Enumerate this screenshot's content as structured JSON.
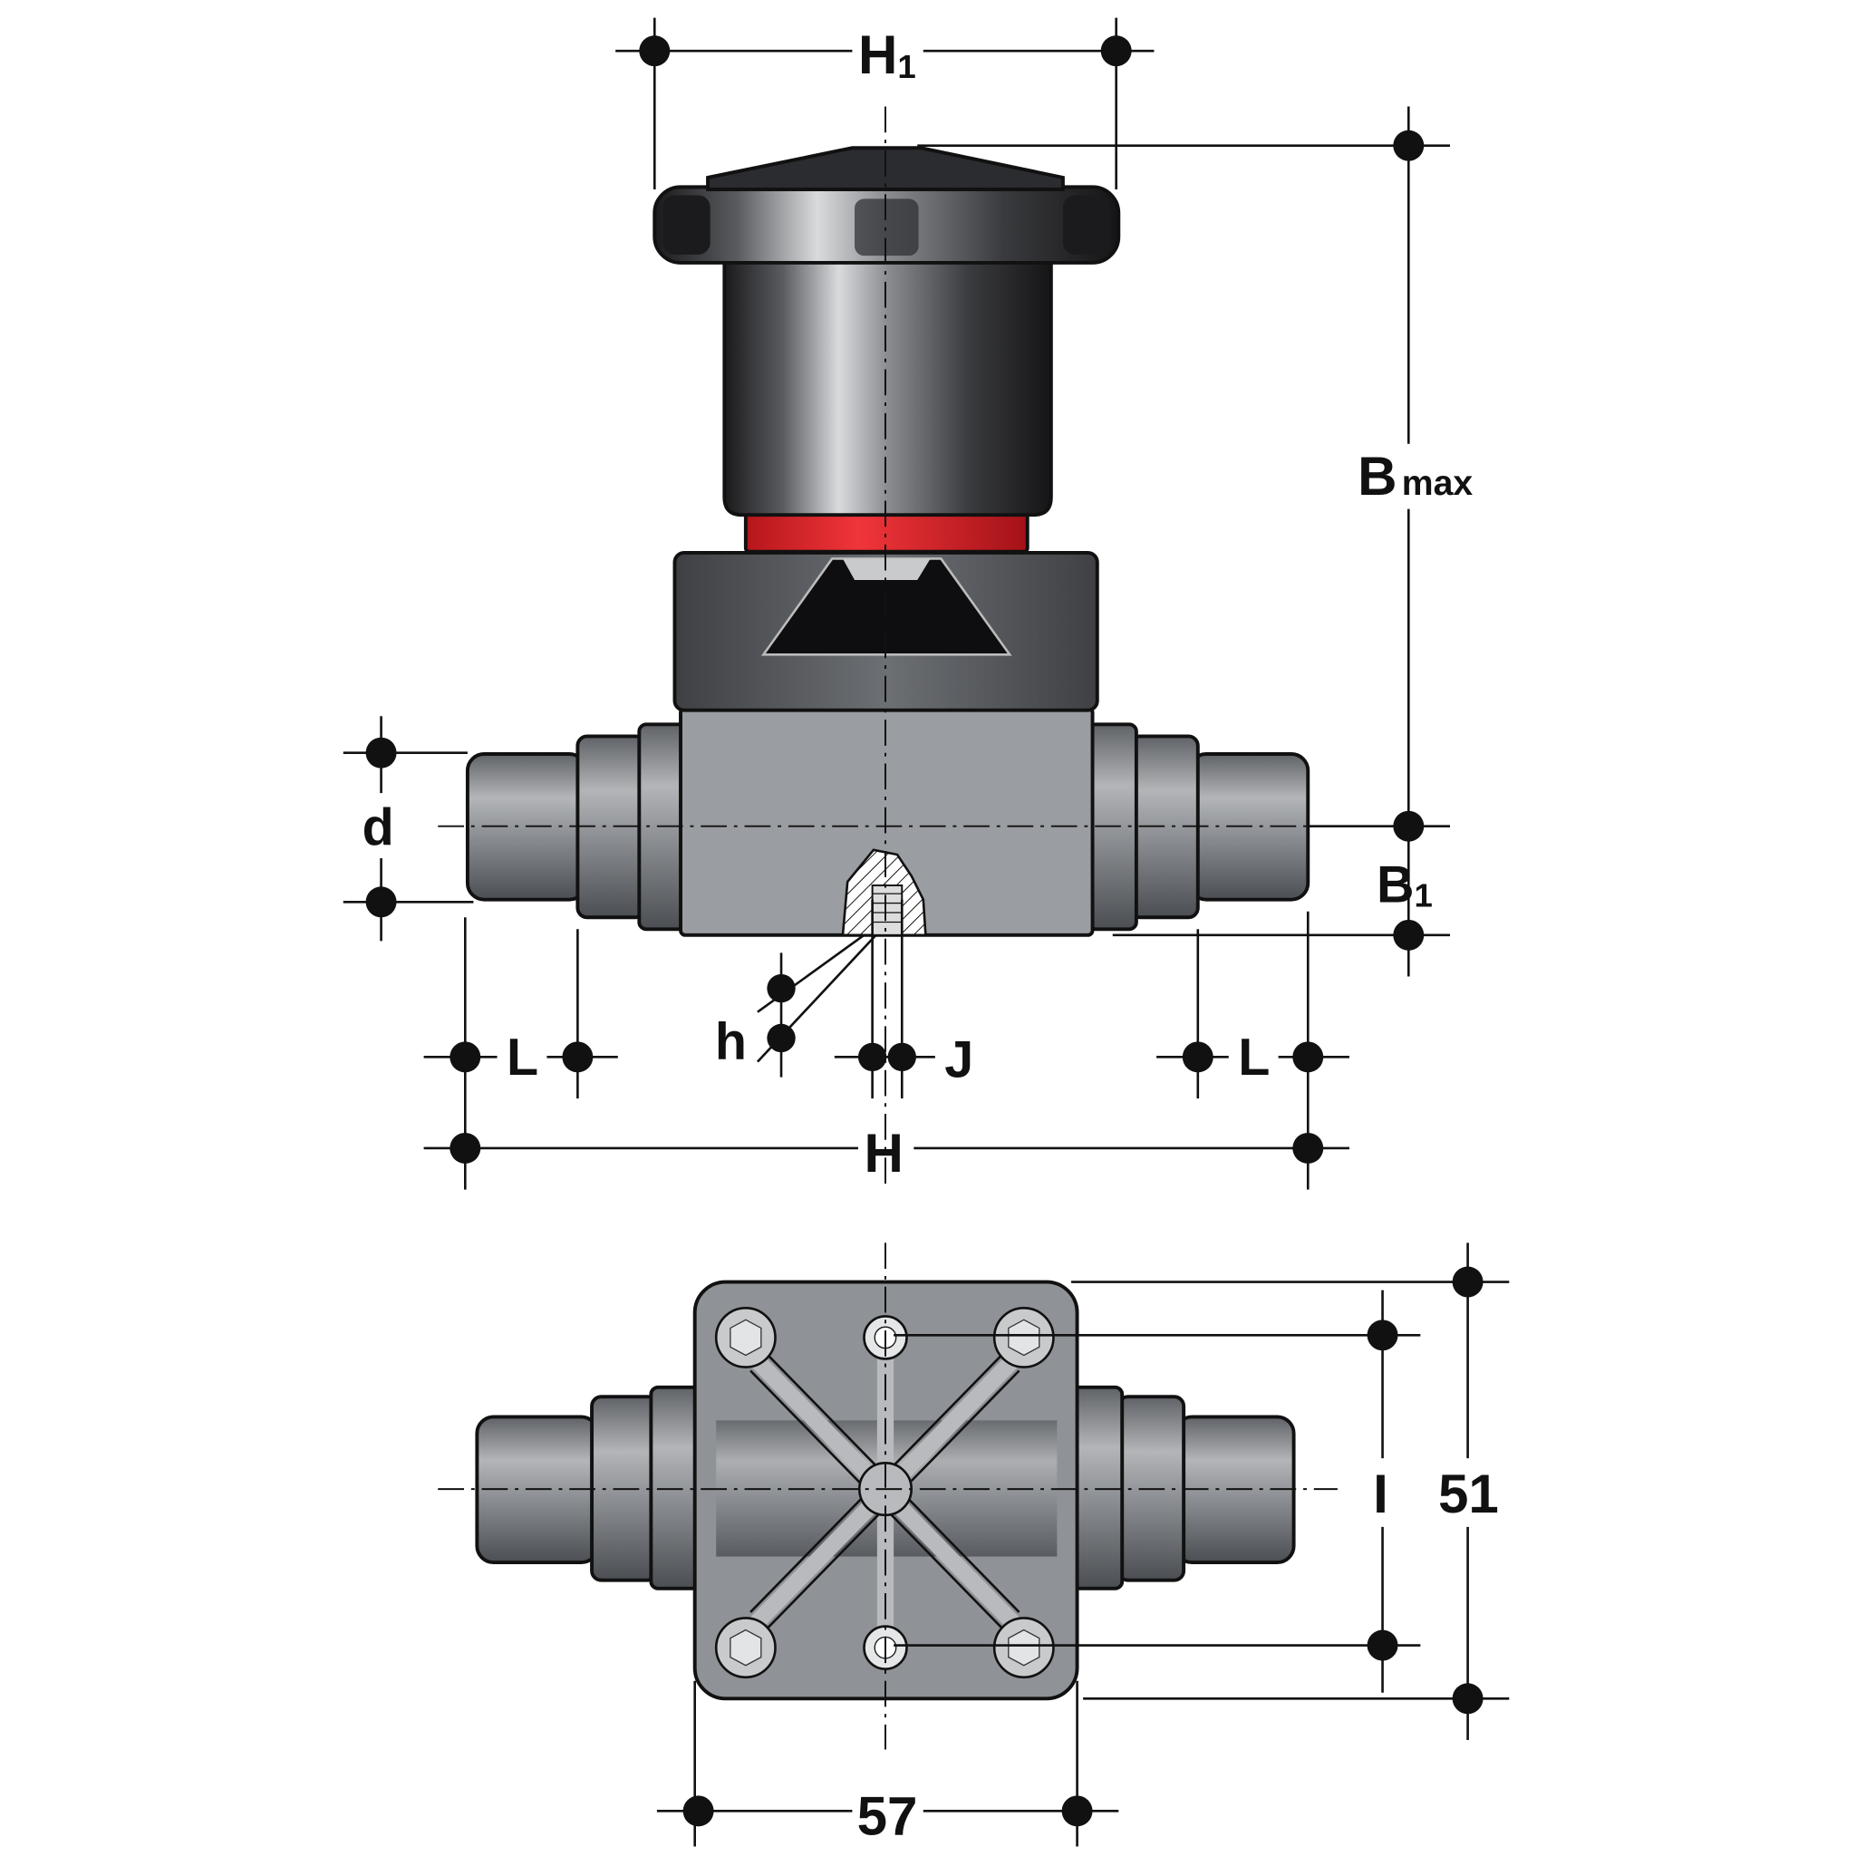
{
  "title": "Diaphragm valve dimensional drawing",
  "labels": {
    "H1": {
      "main": "H",
      "sub": "1"
    },
    "Bmax": {
      "main": "B",
      "sub": "max"
    },
    "B1": {
      "main": "B",
      "sub": "1"
    },
    "d": "d",
    "L_left": "L",
    "L_right": "L",
    "h": "h",
    "J": "J",
    "H": "H",
    "I": "I",
    "dim_51": "51",
    "dim_57": "57"
  },
  "colors": {
    "body": "#8e9196",
    "body_dark": "#4a4d52",
    "handwheel": "#1b1b1d",
    "ring": "#e0262b",
    "line": "#111111"
  }
}
